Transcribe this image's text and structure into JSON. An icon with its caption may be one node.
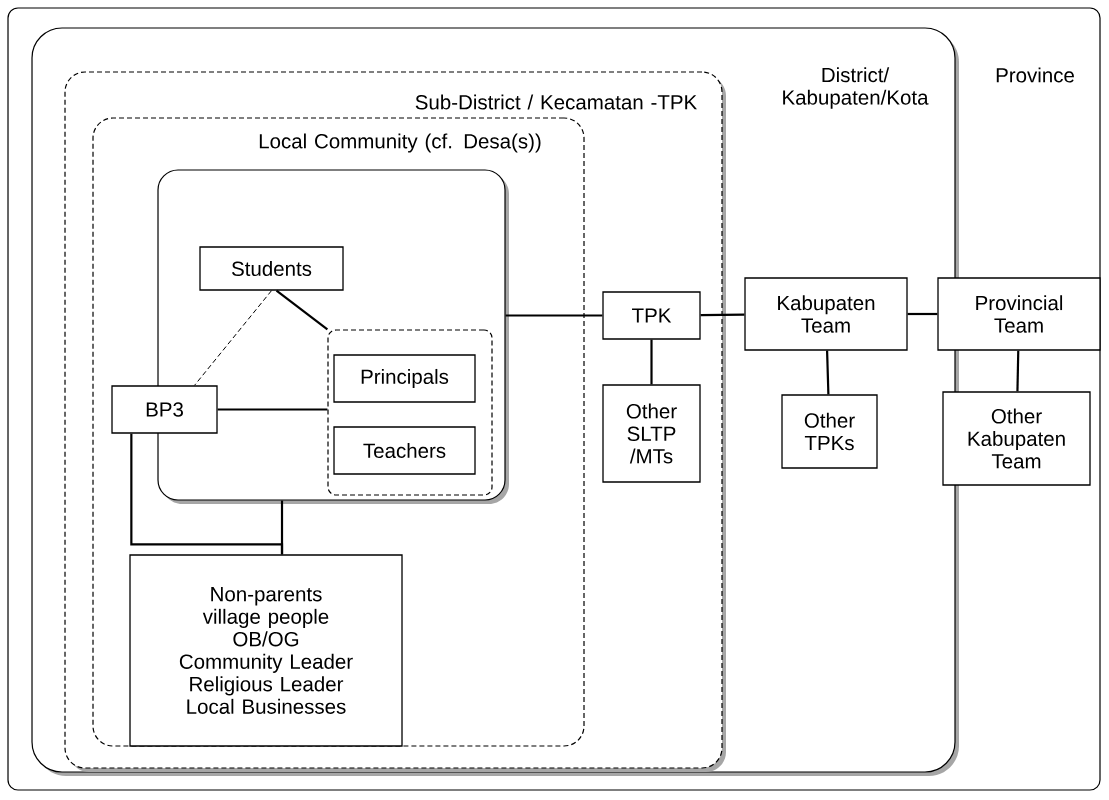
{
  "diagram": {
    "nodes": [
      {
        "text": [
          "Province"
        ]
      },
      {
        "text": [
          "District/ Kabupaten/Kota"
        ],
        "in": 0
      },
      {
        "text": [
          "Sub-District / Kecamatan -TPK"
        ],
        "in": 1
      },
      {
        "text": [
          "Local Community (cf. Desa(s))"
        ],
        "in": 2
      },
      {
        "text": [],
        "shape": "box",
        "in": 3
      },
      {
        "text": [
          "Students"
        ],
        "in": 4
      },
      {
        "text": [],
        "shape": "box",
        "in": 4
      },
      {
        "text": [
          "Principals"
        ],
        "in": 6
      },
      {
        "text": [
          "Teachers"
        ],
        "in": 6
      },
      {
        "text": [
          "BP3"
        ],
        "in": 3
      },
      {
        "text": [
          "Non-parents village people",
          "OB/OG",
          "Community Leader",
          "Religious Leader",
          "Local Businesses"
        ],
        "in": 3
      },
      {
        "text": [
          "TPK"
        ],
        "in": 2
      },
      {
        "text": [
          "Other SLTP /MTs"
        ],
        "in": 2
      },
      {
        "text": [
          "Kabupaten Team"
        ],
        "in": 1
      },
      {
        "text": [
          "Other TPKs"
        ],
        "in": 1
      },
      {
        "text": [
          "Provincial Team"
        ],
        "in": 0
      },
      {
        "text": [
          "Other Kabupaten Team"
        ],
        "in": 0
      }
    ],
    "edges": [
      {
        "from": 5,
        "to": 9,
        "arrow": "none",
        "style": "dashed"
      },
      {
        "from": 5,
        "to": 6,
        "arrow": "none"
      },
      {
        "from": 9,
        "to": 6,
        "arrow": "none"
      },
      {
        "from": 9,
        "to": 10,
        "arrow": "none"
      },
      {
        "from": 4,
        "to": 10,
        "arrow": "none"
      },
      {
        "from": 4,
        "to": 11,
        "arrow": "none"
      },
      {
        "from": 11,
        "to": 12,
        "arrow": "none"
      },
      {
        "from": 11,
        "to": 13,
        "arrow": "none"
      },
      {
        "from": 13,
        "to": 14,
        "arrow": "none"
      },
      {
        "from": 13,
        "to": 15,
        "arrow": "none"
      },
      {
        "from": 15,
        "to": 16,
        "arrow": "none"
      }
    ]
  }
}
